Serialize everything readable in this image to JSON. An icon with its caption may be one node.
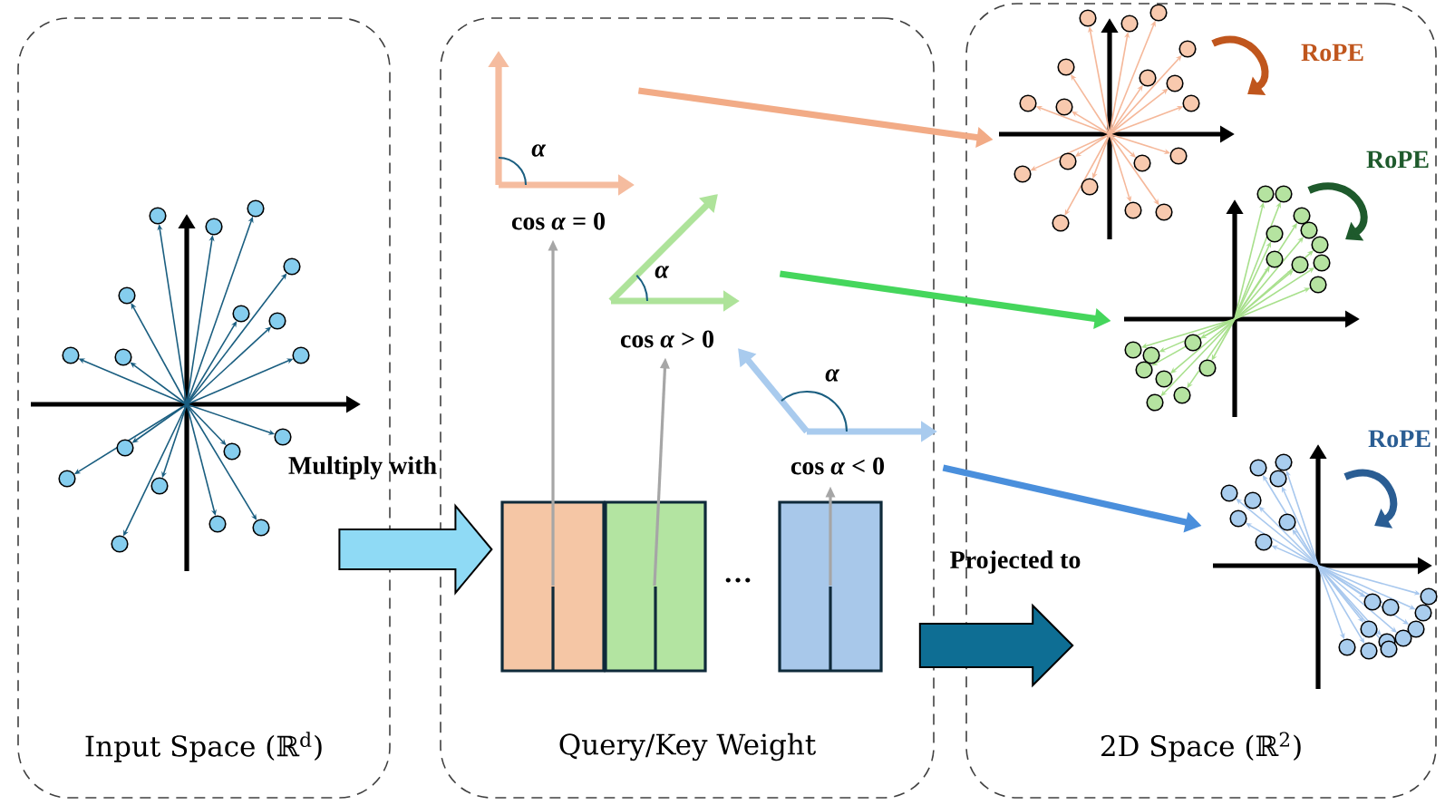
{
  "diagram": {
    "nodes": [
      {
        "text": [
          "Input Space (ℝ$^{d}$)"
        ]
      },
      {
        "text": [
          "Query/Key Weight"
        ]
      },
      {
        "text": [
          "2D Space (ℝ$^{2}$)"
        ]
      },
      {
        "text": [],
        "shape": "picture",
        "in": 0
      },
      {
        "text": [
          "α",
          "cos *α* = 0"
        ],
        "in": 1
      },
      {
        "text": [
          "α",
          "cos *α* > 0"
        ],
        "in": 1
      },
      {
        "text": [
          "α",
          "cos *α* < 0"
        ],
        "in": 1
      },
      {
        "text": [],
        "shape": "box",
        "in": 1
      },
      {
        "text": [],
        "shape": "box",
        "in": 1
      },
      {
        "text": [],
        "shape": "box",
        "in": 1
      },
      {
        "text": [],
        "shape": "picture",
        "in": 2,
        "beside": [
          "RoPE"
        ]
      },
      {
        "text": [],
        "shape": "picture",
        "in": 2,
        "beside": [
          "RoPE"
        ]
      },
      {
        "text": [],
        "shape": "picture",
        "in": 2,
        "beside": [
          "RoPE"
        ]
      }
    ],
    "edges": [
      {
        "from": 3,
        "to": 7,
        "arrow": "to",
        "label": "Multiply with",
        "style": "thick",
        "color": "#8fdaf5"
      },
      {
        "from": 7,
        "to": 4,
        "arrow": "to",
        "color": "#a6a6a6"
      },
      {
        "from": 8,
        "to": 5,
        "arrow": "to",
        "color": "#a6a6a6"
      },
      {
        "from": 9,
        "to": 6,
        "arrow": "to",
        "color": "#a6a6a6"
      },
      {
        "from": 4,
        "to": 10,
        "arrow": "to",
        "style": "thick",
        "color": "#f2ab86"
      },
      {
        "from": 5,
        "to": 11,
        "arrow": "to",
        "style": "thick",
        "color": "#45d65c"
      },
      {
        "from": 6,
        "to": 12,
        "arrow": "to",
        "style": "thick",
        "color": "#4a8fdc"
      },
      {
        "from": 1,
        "to": 2,
        "arrow": "to",
        "label": "Projected to",
        "style": "thick",
        "color": "#0e6e94"
      }
    ],
    "labels": [
      "…"
    ]
  }
}
